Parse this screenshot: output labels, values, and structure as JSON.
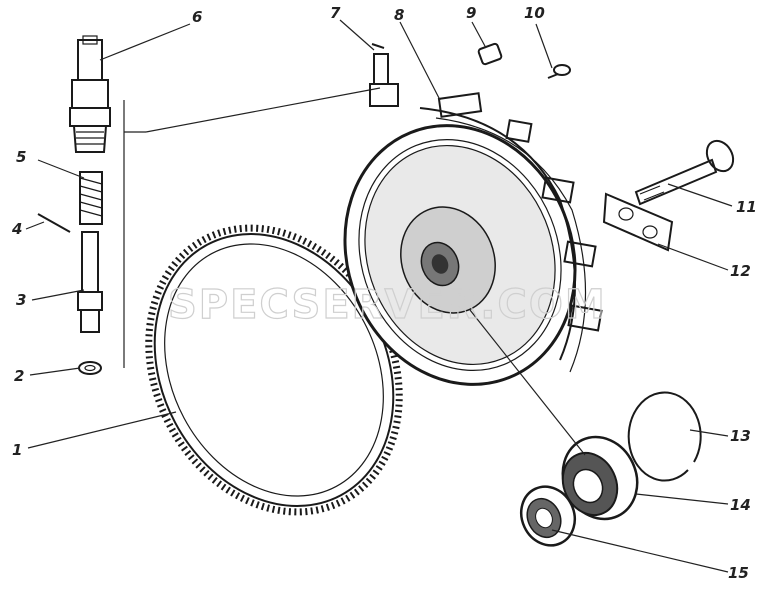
{
  "labels": [
    {
      "id": "1",
      "text": "1"
    },
    {
      "id": "2",
      "text": "2"
    },
    {
      "id": "3",
      "text": "3"
    },
    {
      "id": "4",
      "text": "4"
    },
    {
      "id": "5",
      "text": "5"
    },
    {
      "id": "6",
      "text": "6"
    },
    {
      "id": "7",
      "text": "7"
    },
    {
      "id": "8",
      "text": "8"
    },
    {
      "id": "9",
      "text": "9"
    },
    {
      "id": "10",
      "text": "10"
    },
    {
      "id": "11",
      "text": "11"
    },
    {
      "id": "12",
      "text": "12"
    },
    {
      "id": "13",
      "text": "13"
    },
    {
      "id": "14",
      "text": "14"
    },
    {
      "id": "15",
      "text": "15"
    }
  ],
  "watermark": "SPECSERVER.COM",
  "colors": {
    "ink": "#1a1a1a",
    "paper": "#ffffff",
    "watermark": "#cfcfcf"
  }
}
